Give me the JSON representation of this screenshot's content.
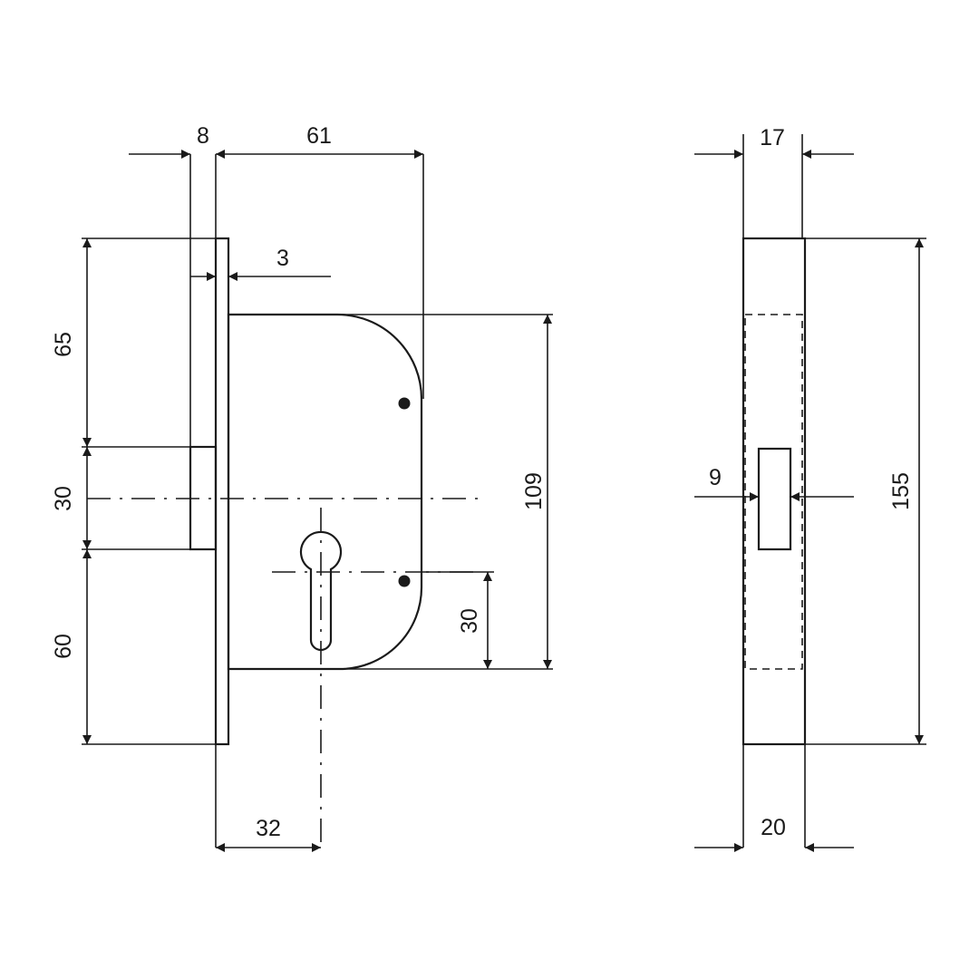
{
  "dimensions": {
    "bolt_offset": "8",
    "backset": "61",
    "faceplate_thickness": "3",
    "top_to_bolt": "65",
    "bolt_height": "30",
    "bottom_from_bolt": "60",
    "case_height": "109",
    "cylinder_to_bottom": "30",
    "cylinder_backset": "32",
    "case_depth": "17",
    "bolt_width": "9",
    "faceplate_height": "155",
    "faceplate_width": "20"
  },
  "colors": {
    "lock_body": "#d6e8f6",
    "bolt": "#d9d9d9",
    "lines": "#1a1a1a"
  }
}
